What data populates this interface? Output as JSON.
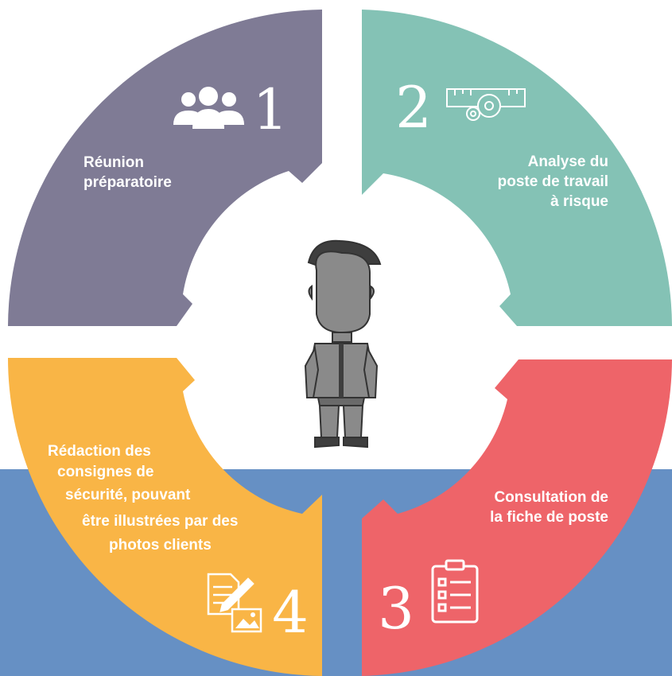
{
  "colors": {
    "band": "#6690c4",
    "quadrant1": "#7f7b95",
    "quadrant2": "#84c2b5",
    "quadrant3": "#ee6469",
    "quadrant4": "#f9b546",
    "center": "#ffffff",
    "text": "#ffffff"
  },
  "steps": [
    {
      "number": "1",
      "icon": "group-of-people-icon",
      "lines": [
        "Réunion",
        "préparatoire"
      ]
    },
    {
      "number": "2",
      "icon": "ruler-and-gears-icon",
      "lines": [
        "Analyse du",
        "poste de travail",
        "à risque"
      ]
    },
    {
      "number": "3",
      "icon": "clipboard-checklist-icon",
      "lines": [
        "Consultation de",
        "la fiche de poste"
      ]
    },
    {
      "number": "4",
      "icon": "document-and-photo-icon",
      "lines": [
        "Rédaction des",
        "consignes de",
        "sécurité, pouvant",
        "être illustrées par des",
        "photos clients"
      ]
    }
  ],
  "center_figure": "sketched-man-illustration"
}
